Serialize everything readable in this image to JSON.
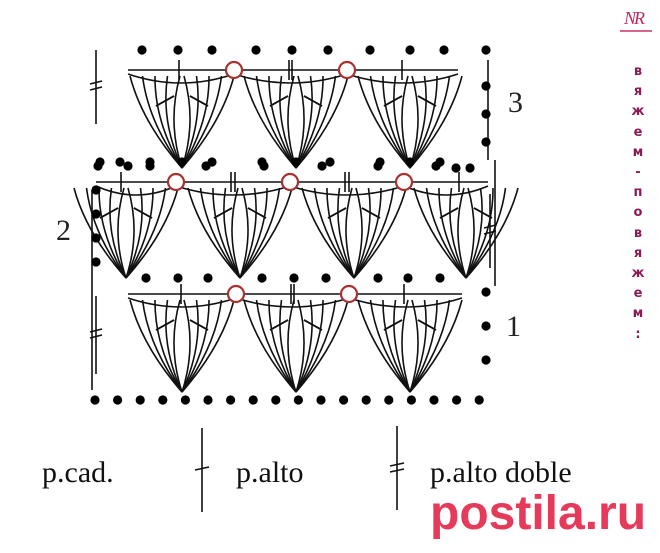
{
  "diagram": {
    "row_labels": [
      "1",
      "2",
      "3"
    ],
    "legend": [
      {
        "symbol": "chain-stitch",
        "label": "p.cad."
      },
      {
        "symbol": "treble-stitch",
        "label": "p.alto"
      },
      {
        "symbol": "double-treble-stitch",
        "label": "p.alto doble"
      }
    ],
    "colors": {
      "stitch": "#111111",
      "ring": "#a83232",
      "watermark": "#e63a5b",
      "brand": "#8a1b54"
    }
  },
  "branding": {
    "logo_mark": "NR",
    "vertical_text": [
      "в",
      "я",
      "ж",
      "е",
      "м",
      "-",
      "п",
      "о",
      "в",
      "я",
      "ж",
      "е",
      "м",
      ":"
    ],
    "watermark": "postila.ru"
  }
}
